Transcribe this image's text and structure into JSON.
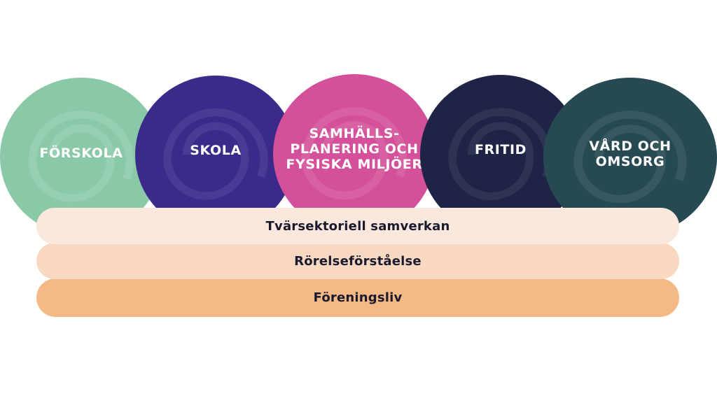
{
  "circles": [
    {
      "label": "FÖRSKOLA",
      "color": "#89c9a8"
    },
    {
      "label": "SKOLA",
      "color": "#3b2a8a"
    },
    {
      "label": "SAMHÄLLS-\nPLANERING OCH\nFYSISKA MILJÖER",
      "color": "#d4509a"
    },
    {
      "label": "FRITID",
      "color": "#1f2447"
    },
    {
      "label": "VÅRD OCH\nOMSORG",
      "color": "#274a52"
    }
  ],
  "bands": [
    {
      "label": "Tvärsektoriell samverkan",
      "color": "#fbe8dc"
    },
    {
      "label": "Rörelseförståelse",
      "color": "#f8d8c0"
    },
    {
      "label": "Föreningsliv",
      "color": "#f5b985"
    }
  ]
}
